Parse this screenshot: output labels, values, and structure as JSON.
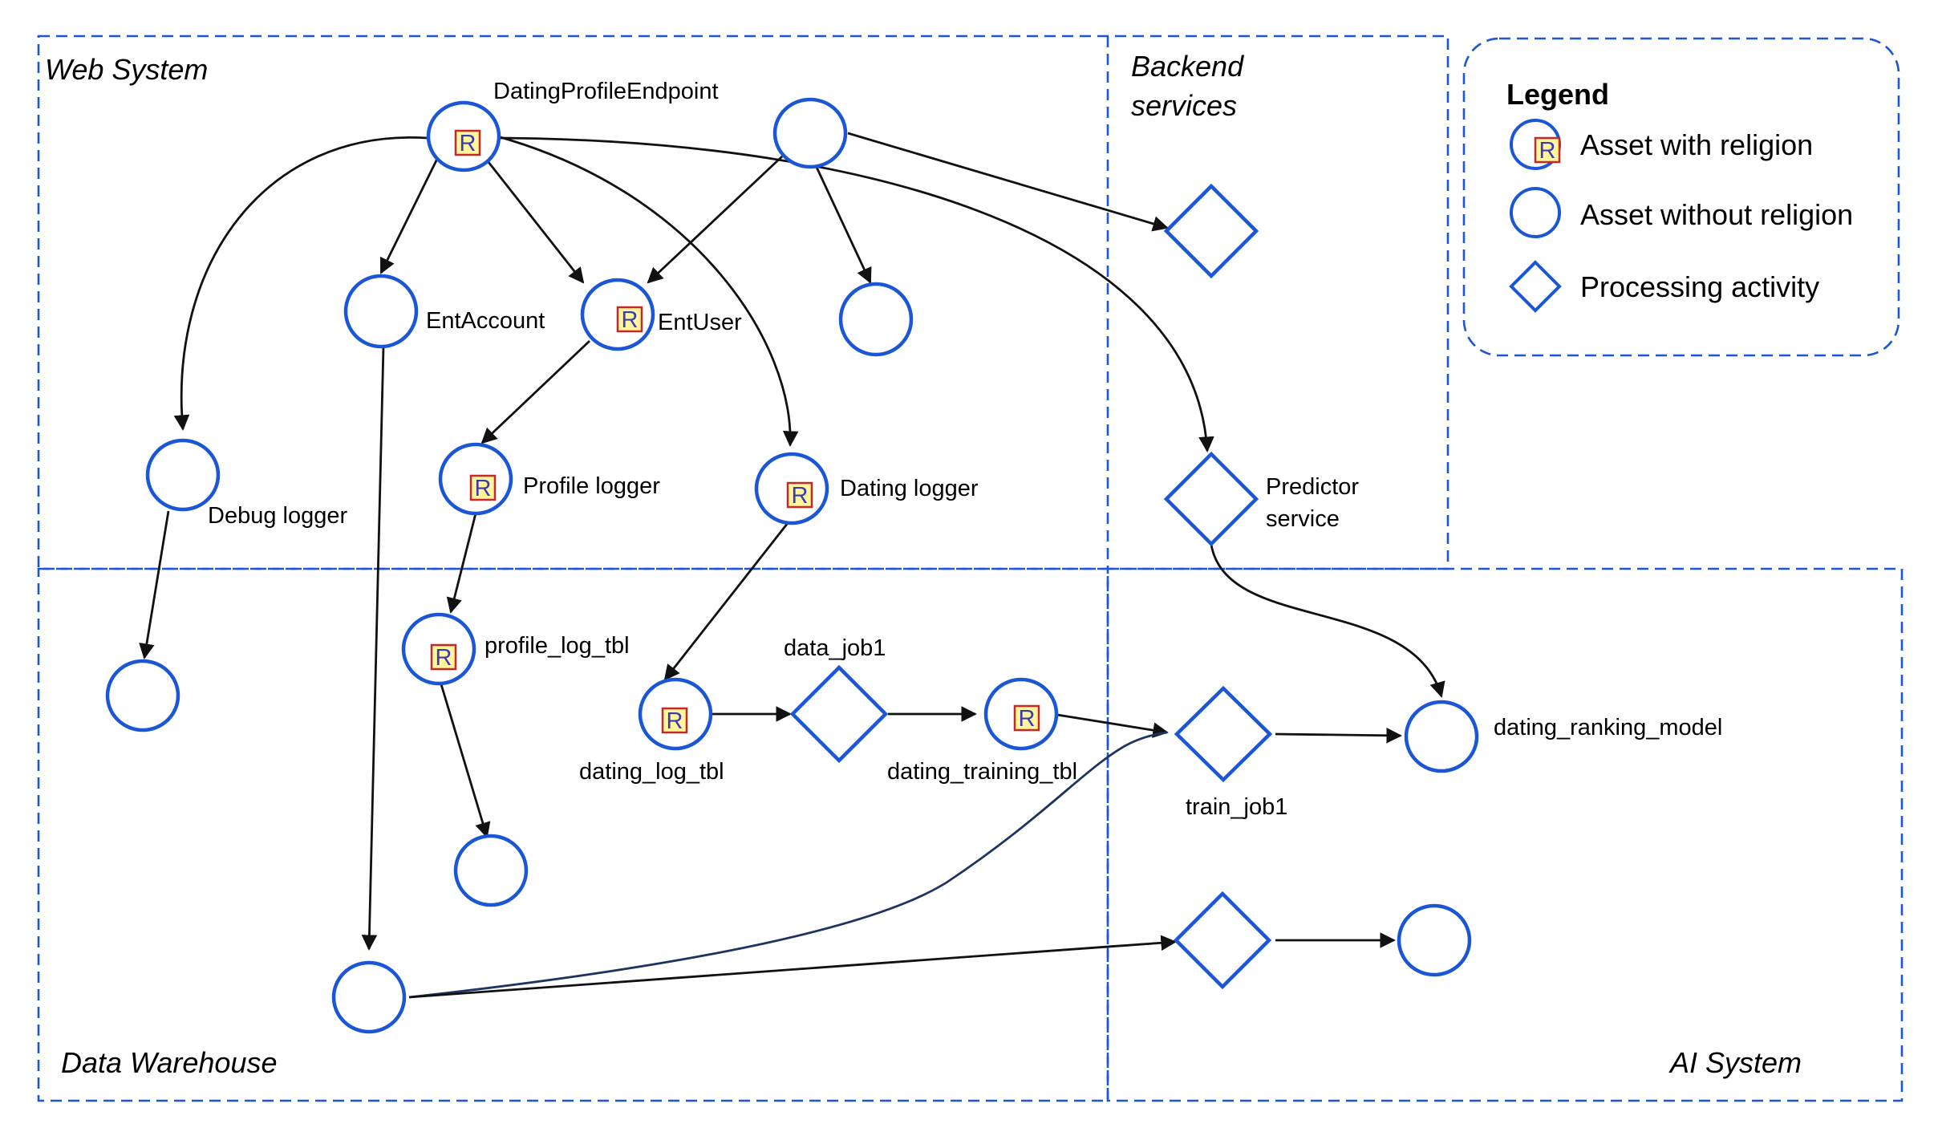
{
  "regions": {
    "web_system": "Web System",
    "backend_services_line1": "Backend",
    "backend_services_line2": "services",
    "data_warehouse": "Data Warehouse",
    "ai_system": "AI System"
  },
  "legend": {
    "title": "Legend",
    "with_religion": "Asset with religion",
    "without_religion": "Asset without religion",
    "processing": "Processing activity",
    "badge_letter": "R"
  },
  "nodes": {
    "dating_profile_endpoint": "DatingProfileEndpoint",
    "ent_account": "EntAccount",
    "ent_user": "EntUser",
    "debug_logger": "Debug logger",
    "profile_logger": "Profile logger",
    "dating_logger": "Dating logger",
    "predictor_service_line1": "Predictor",
    "predictor_service_line2": "service",
    "profile_log_tbl": "profile_log_tbl",
    "data_job1": "data_job1",
    "dating_log_tbl": "dating_log_tbl",
    "dating_training_tbl": "dating_training_tbl",
    "train_job1": "train_job1",
    "dating_ranking_model": "dating_ranking_model"
  },
  "colors": {
    "node_stroke": "#1a56d6",
    "region_stroke": "#1a56d6",
    "badge_fill": "#fff59d",
    "badge_stroke": "#c62828",
    "badge_text": "#3b3bb0",
    "edge": "#111111"
  }
}
